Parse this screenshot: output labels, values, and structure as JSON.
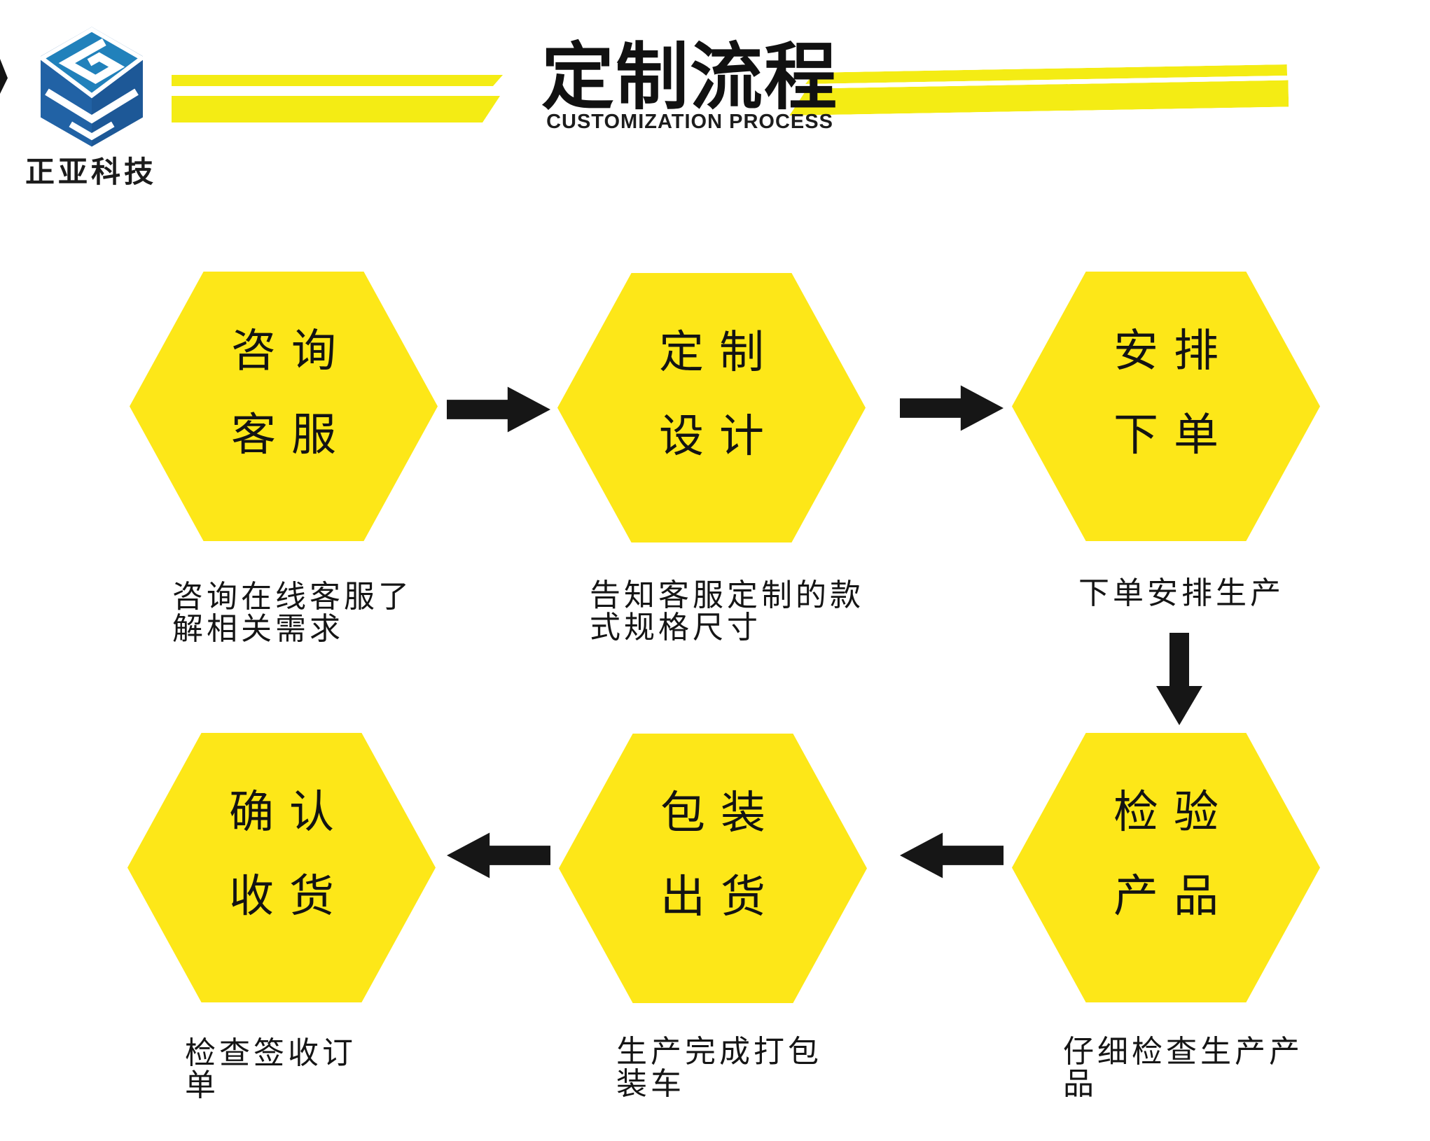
{
  "colors": {
    "hexagon_yellow": "#fde718",
    "bar_yellow": "#f4ec14",
    "ink": "#161616",
    "logo_light_blue": "#2181bb",
    "logo_dark_blue": "#2162a5"
  },
  "logo": {
    "company": "正亚科技",
    "icon": "cube-logo"
  },
  "header": {
    "title": "定制流程",
    "subtitle": "CUSTOMIZATION PROCESS"
  },
  "flow": {
    "steps": [
      {
        "order": 1,
        "label_line1": "咨询",
        "label_line2": "客服",
        "caption": "咨询在线客服了解相关需求"
      },
      {
        "order": 2,
        "label_line1": "定制",
        "label_line2": "设计",
        "caption": "告知客服定制的款式规格尺寸"
      },
      {
        "order": 3,
        "label_line1": "安排",
        "label_line2": "下单",
        "caption": "下单安排生产"
      },
      {
        "order": 4,
        "label_line1": "检验",
        "label_line2": "产品",
        "caption": "仔细检查生产产品"
      },
      {
        "order": 5,
        "label_line1": "包装",
        "label_line2": "出货",
        "caption": "生产完成打包装车"
      },
      {
        "order": 6,
        "label_line1": "确认",
        "label_line2": "收货",
        "caption": "检查签收订单"
      }
    ],
    "arrows": [
      "arrow-right",
      "arrow-right",
      "arrow-down",
      "arrow-left",
      "arrow-left"
    ]
  }
}
